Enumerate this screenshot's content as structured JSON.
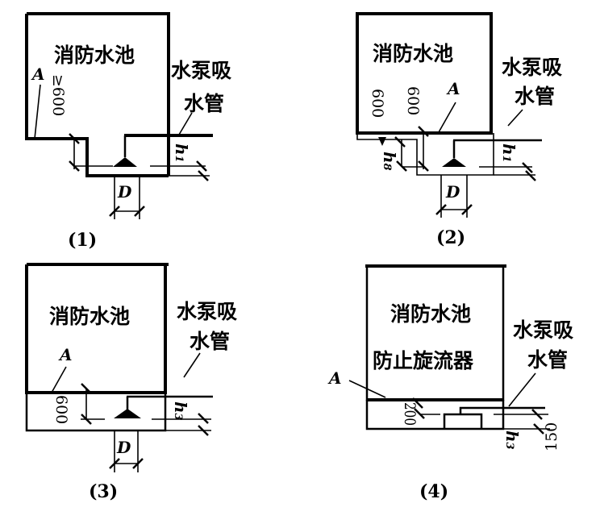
{
  "panels": [
    {
      "caption": "(1)",
      "tank_label": "消防水池",
      "pipe_label_line1": "水泵吸",
      "pipe_label_line2": "水管",
      "point_label": "A",
      "dim_vertical": "≥600",
      "dim_height_var": "h",
      "dim_height_sub": "1",
      "dim_diameter": "D"
    },
    {
      "caption": "(2)",
      "tank_label": "消防水池",
      "pipe_label_line1": "水泵吸",
      "pipe_label_line2": "水管",
      "point_label": "A",
      "dim_vertical_left": "600",
      "dim_vertical_right": "600",
      "dim_sump_var": "h",
      "dim_sump_sub": "8",
      "dim_height_var": "h",
      "dim_height_sub": "1",
      "dim_diameter": "D"
    },
    {
      "caption": "(3)",
      "tank_label": "消防水池",
      "pipe_label_line1": "水泵吸",
      "pipe_label_line2": "水管",
      "point_label": "A",
      "dim_vertical": "600",
      "dim_height_var": "h",
      "dim_height_sub": "3",
      "dim_diameter": "D"
    },
    {
      "caption": "(4)",
      "tank_label": "消防水池",
      "device_label": "防止旋流器",
      "pipe_label_line1": "水泵吸",
      "pipe_label_line2": "水管",
      "point_label": "A",
      "dim_vertical": "200",
      "dim_right": "150",
      "dim_height_var": "h",
      "dim_height_sub": "3"
    }
  ]
}
